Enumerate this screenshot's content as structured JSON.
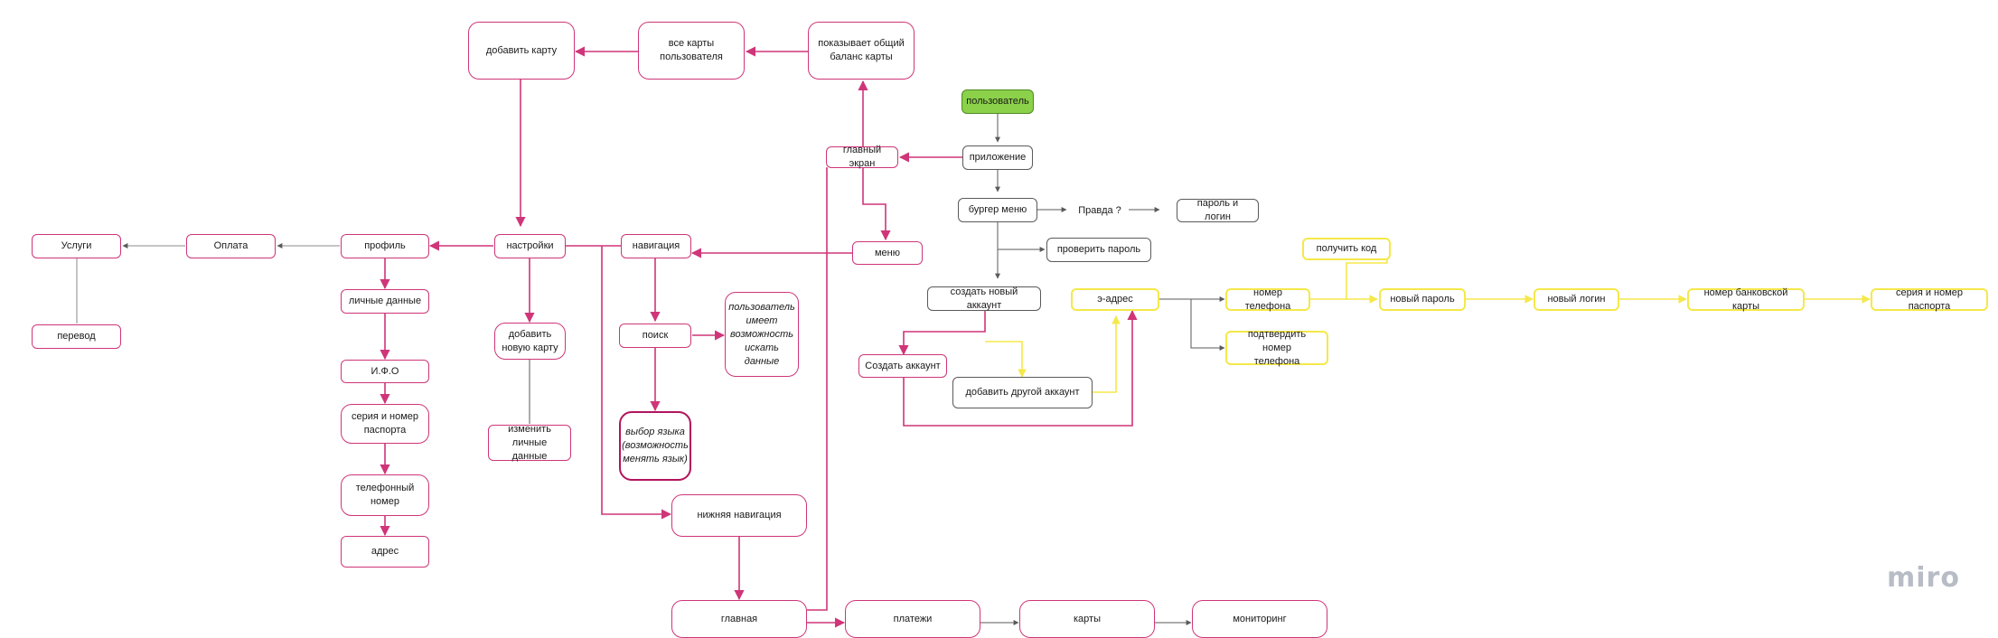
{
  "colors": {
    "pink": "#cf3578",
    "dark_pink": "#b2145e",
    "gray": "#5a5a5a",
    "yellow": "#f5e84a",
    "green": "#8bd14a"
  },
  "nodes": {
    "add_card_top": "добавить карту",
    "all_user_cards": "все карты\nпользователя",
    "shows_balance": "показывает общий\nбаланс карты",
    "user": "пользователь",
    "app": "приложение",
    "main_screen": "главный экран",
    "burger_menu": "бургер меню",
    "truth": "Правда ?",
    "password_login": "пароль и логин",
    "check_password": "проверить пароль",
    "menu": "меню",
    "create_new_account": "создать новый аккаунт",
    "email": "э-адрес",
    "phone_number": "номер телефона",
    "get_code": "получить код",
    "new_password": "новый пароль",
    "new_login": "новый логин",
    "bank_card_number": "номер банковской карты",
    "passport_series": "серия и номер паспорта",
    "confirm_phone": "подтвердить номер\nтелефона",
    "create_account": "Создать аккаунт",
    "add_other_account": "добавить другой аккаунт",
    "services": "Услуги",
    "payment": "Оплата",
    "profile": "профиль",
    "settings": "настройки",
    "navigation": "навигация",
    "transfer": "перевод",
    "personal_data": "личные данные",
    "full_name": "И.Ф.О",
    "passport_series_profile": "серия и номер\nпаспорта",
    "phone_profile": "телефонный\nномер",
    "address": "адрес",
    "add_new_card": "добавить\nновую карту",
    "change_personal_data": "изменить\nличные данные",
    "search": "поиск",
    "user_can_search": "пользователь\nимеет\nвозможность\nискать\nданные",
    "language_choice": "выбор языка\n(возможность\nменять язык)",
    "bottom_navigation": "нижняя навигация",
    "home": "главная",
    "payments": "платежи",
    "cards": "карты",
    "monitoring": "мониторинг"
  },
  "logo": "miro"
}
